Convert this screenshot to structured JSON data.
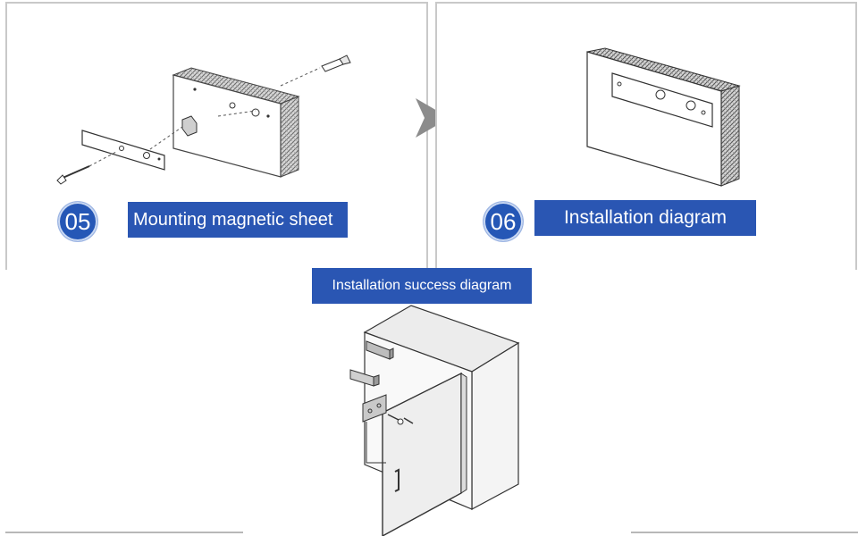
{
  "steps": [
    {
      "number": "05",
      "label": "Mounting magnetic sheet"
    },
    {
      "number": "06",
      "label": "Installation diagram"
    }
  ],
  "success": {
    "label": "Installation success diagram"
  },
  "colors": {
    "badge_blue": "#2557b6",
    "label_blue": "#2a56b3",
    "arrow_gray": "#8c8c8c",
    "panel_border": "#c9c9c9"
  },
  "icons": [
    "next-step-arrow-icon"
  ]
}
